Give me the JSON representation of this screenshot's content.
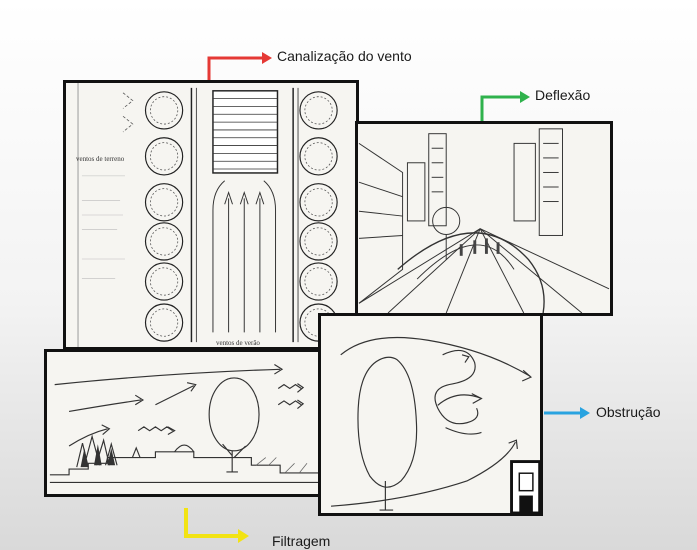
{
  "labels": {
    "canalizacao": "Canalização do vento",
    "deflexao": "Deflexão",
    "obstrucao": "Obstrução",
    "filtragem": "Filtragem"
  },
  "sketch_text": {
    "left_note": "ventos de terreno",
    "bottom_note": "ventos de verão"
  },
  "colors": {
    "canalizacao": "#e53935",
    "deflexao": "#2fb24c",
    "obstrucao": "#29a3e0",
    "filtragem": "#f2e313"
  }
}
